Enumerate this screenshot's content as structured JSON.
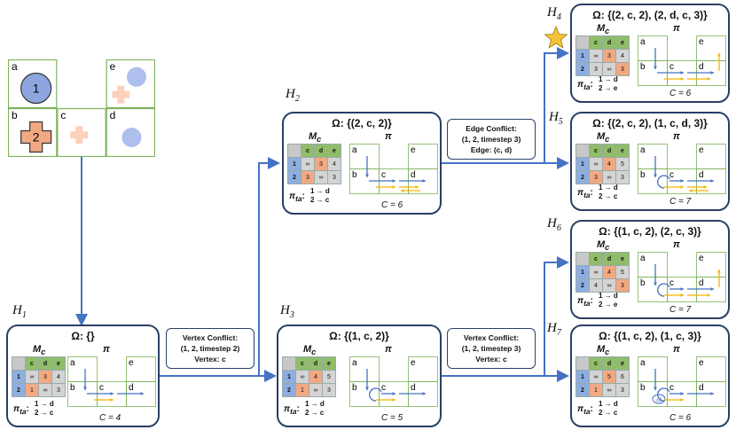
{
  "map": {
    "cells": [
      {
        "key": "a",
        "label": "a"
      },
      {
        "key": "e",
        "label": "e"
      },
      {
        "key": "b",
        "label": "b"
      },
      {
        "key": "c",
        "label": "c"
      },
      {
        "key": "d",
        "label": "d"
      }
    ],
    "agent1": "1",
    "agent2": "2",
    "colors": {
      "agent1": "#8ea6e0",
      "agent2": "#f2a982",
      "goal1": "#aebfee",
      "goal2": "#fbd1bb",
      "grid": "#7db35a",
      "line": "#4472c4",
      "yellow": "#f5b400",
      "node_border": "#2a3f66"
    }
  },
  "matrix_headers": [
    "c",
    "d",
    "e"
  ],
  "row_labels": [
    "1",
    "2"
  ],
  "pta_label": "π",
  "pta_sub": "ta",
  "mc_label": "M",
  "mc_sub": "c",
  "pi_label": "π",
  "nodes": [
    {
      "id": "H1",
      "label": "H",
      "sub": "1",
      "omega": "Ω: {}",
      "m": [
        [
          "∞",
          "3",
          "4"
        ],
        [
          "1",
          "∞",
          "3"
        ]
      ],
      "pta": [
        "1 → d",
        "2 → c"
      ],
      "cost": "C = 4"
    },
    {
      "id": "H2",
      "label": "H",
      "sub": "2",
      "omega": "Ω: {(2, c, 2)}",
      "m": [
        [
          "∞",
          "3",
          "4"
        ],
        [
          "3",
          "∞",
          "3"
        ]
      ],
      "pta": [
        "1 → d",
        "2 → c"
      ],
      "cost": "C = 6"
    },
    {
      "id": "H3",
      "label": "H",
      "sub": "3",
      "omega": "Ω: {(1, c, 2)}",
      "m": [
        [
          "∞",
          "4",
          "5"
        ],
        [
          "1",
          "∞",
          "3"
        ]
      ],
      "pta": [
        "1 → d",
        "2 → c"
      ],
      "cost": "C = 5"
    },
    {
      "id": "H4",
      "label": "H",
      "sub": "4",
      "omega": "Ω: {(2, c, 2), (2, d, c, 3)}",
      "m": [
        [
          "∞",
          "3",
          "4"
        ],
        [
          "3",
          "∞",
          "3"
        ]
      ],
      "pta": [
        "1 → d",
        "2 → e"
      ],
      "cost": "C = 6"
    },
    {
      "id": "H5",
      "label": "H",
      "sub": "5",
      "omega": "Ω: {(2, c, 2), (1, c, d, 3)}",
      "m": [
        [
          "∞",
          "4",
          "5"
        ],
        [
          "3",
          "∞",
          "3"
        ]
      ],
      "pta": [
        "1 → d",
        "2 → c"
      ],
      "cost": "C = 7"
    },
    {
      "id": "H6",
      "label": "H",
      "sub": "6",
      "omega": "Ω: {(1, c, 2), (2, c, 3)}",
      "m": [
        [
          "∞",
          "4",
          "5"
        ],
        [
          "4",
          "∞",
          "3"
        ]
      ],
      "pta": [
        "1 → d",
        "2 → e"
      ],
      "cost": "C = 7"
    },
    {
      "id": "H7",
      "label": "H",
      "sub": "7",
      "omega": "Ω: {(1, c, 2), (1, c, 3)}",
      "m": [
        [
          "∞",
          "5",
          "6"
        ],
        [
          "1",
          "∞",
          "3"
        ]
      ],
      "pta": [
        "1 → d",
        "2 → c"
      ],
      "cost": "C = 6"
    }
  ],
  "conflicts": [
    {
      "id": "c1",
      "lines": [
        "Vertex Conflict:",
        "(1, 2, timestep 2)",
        "Vertex: c"
      ]
    },
    {
      "id": "c2",
      "lines": [
        "Edge Conflict:",
        "(1, 2, timestep 3)",
        "Edge: (c, d)"
      ]
    },
    {
      "id": "c3",
      "lines": [
        "Vertex Conflict:",
        "(1, 2, timestep 3)",
        "Vertex: c"
      ]
    }
  ],
  "x2_label": "x2"
}
